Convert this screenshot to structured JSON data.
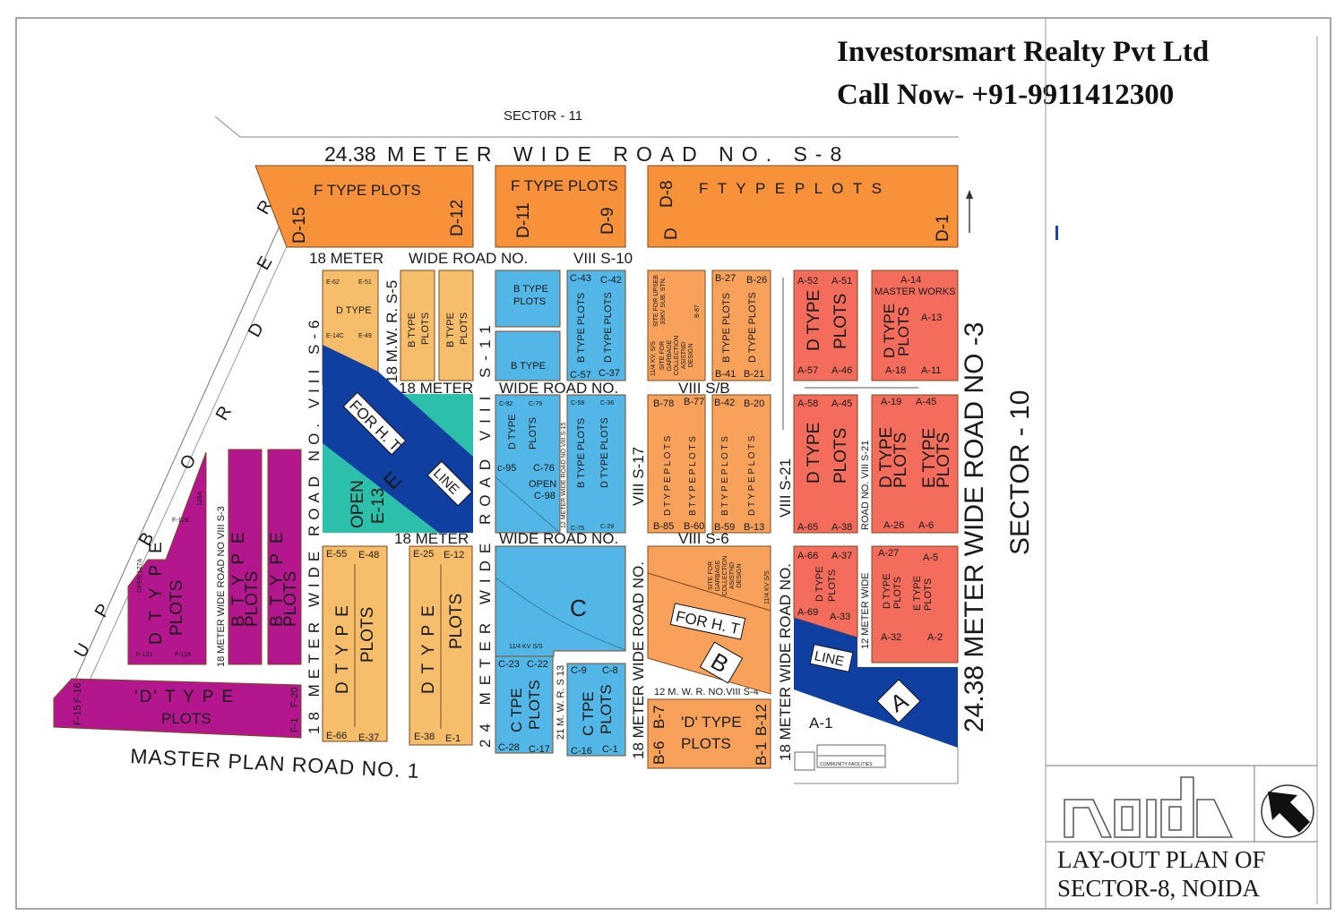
{
  "header": {
    "company": "Investorsmart Realty Pvt Ltd",
    "phone": "Call Now- +91-9911412300"
  },
  "title_block": {
    "logo": "noida",
    "line1": "LAY-OUT PLAN OF",
    "line2": "SECTOR-8, NOIDA"
  },
  "sectors": {
    "north": "SECT0R - 11",
    "east": "SECTOR - 10"
  },
  "roads": {
    "s8_width": "24.38",
    "s8_text": "METER WIDE ROAD NO. S-8",
    "s10": [
      "18 METER",
      "WIDE ROAD NO.",
      "VIII  S-10"
    ],
    "sb": [
      "18 METER",
      "WIDE ROAD NO.",
      "VIII  S/B"
    ],
    "s6h": [
      "18 METER",
      "WIDE ROAD NO.",
      "VIII  S-6"
    ],
    "s6v": "18 METER WIDE ROAD NO. VIII S-6",
    "s11v": "24 METER WIDE ROAD VIII S-11",
    "s5": "18 M.W. R. S-5",
    "s17": "VIII  S-17",
    "w18a": "18 METER WIDE ROAD NO.",
    "s21": "VIII  S-21",
    "w18b": "18 METER WIDE ROAD NO.",
    "s21b": "ROAD NO. VIII  S-21",
    "w12": "12 METER WIDE",
    "no3": "24.38 METER WIDE ROAD NO -3",
    "s3": "18 METER WIDE ROAD NO VIII S-3",
    "s13": "21 M. W. R. S 13",
    "s15": "12 METER WIDE ROAD NO VIII S-15",
    "s4": "12 M. W. R. NO.VIII S-4",
    "master": "MASTER  PLAN  ROAD NO. 1",
    "border": [
      "U",
      "P",
      "B",
      "O",
      "R",
      "D",
      "E",
      "R"
    ]
  },
  "blocks": {
    "f1": [
      "F TYPE PLOTS",
      "D-15",
      "D-12"
    ],
    "f2": [
      "F TYPE PLOTS",
      "D-11",
      "D-9"
    ],
    "f3": [
      "D-8",
      "D",
      "F T Y P E  P L O T S",
      "D-1"
    ],
    "e1": [
      "E-62",
      "E-51",
      "D TYPE",
      "E-14C",
      "E-49"
    ],
    "e2": [
      "B TYPE",
      "PLOTS"
    ],
    "e3": [
      "B TYPE",
      "PLOTS"
    ],
    "ht_e": [
      "FOR H. T",
      "LINE",
      "E",
      "OPEN",
      "E-13"
    ],
    "c1": [
      "B TYPE",
      "PLOTS"
    ],
    "c2": [
      "B TYPE"
    ],
    "c3": [
      "C-43",
      "C-42",
      "B TYPE PLOTS",
      "D TYPE PLOTS",
      "C-57",
      "C-37"
    ],
    "c4": [
      "C-92",
      "C-79",
      "D TYPE",
      "PLOTS",
      "c-95",
      "C-76",
      "OPEN",
      "C-98"
    ],
    "c5": [
      "C-58",
      "C-36",
      "B TYPE PLOTS",
      "D TYPE PLOTS",
      "C-75",
      "C-29"
    ],
    "cbig": [
      "C",
      "11/4 KV S/S"
    ],
    "c6": [
      "C-23",
      "C-22",
      "C TPE",
      "PLOTS",
      "C-28",
      "C-17"
    ],
    "c7": [
      "C-9",
      "C-8",
      "C TPE",
      "PLOTS",
      "C-16",
      "C-1"
    ],
    "b1": [
      "SITE FOR UPSEB 33KV SUB. STN.",
      "B-87",
      "SITE FOR GARBAGE COLLECTION ASISTND DESIGN",
      "11/4 KV. S/S"
    ],
    "b2": [
      "B-27",
      "B-26",
      "B TYPE PLOTS",
      "D TYPE PLOTS",
      "B-41",
      "B-21"
    ],
    "b3": [
      "B-78",
      "B-77",
      "D T Y P E  P L O T S",
      "B T Y P E  P L O T S",
      "B-85",
      "B-60"
    ],
    "b4": [
      "B-42",
      "B-20",
      "B T Y P E  P L O T S",
      "D T Y P E  P L O T S",
      "B-59",
      "B-13"
    ],
    "bbig": [
      "FOR H. T",
      "B",
      "SITE FOR GARBAGE COLLECTION ASISTND DESIGN",
      "11/4 KV S/S"
    ],
    "b5": [
      "B-7",
      "'D' TYPE",
      "PLOTS",
      "B-6",
      "B-12",
      "B-1"
    ],
    "a1": [
      "A-52",
      "A-51",
      "D TYPE",
      "PLOTS",
      "A-57",
      "A-46"
    ],
    "a2": [
      "A-14",
      "MASTER WORKS",
      "D TYPE",
      "PLOTS",
      "A-13",
      "A-18",
      "A-11"
    ],
    "a3": [
      "A-58",
      "A-45",
      "D TYPE",
      "PLOTS",
      "A-65",
      "A-38"
    ],
    "a4": [
      "A-19",
      "A-45",
      "D TYPE",
      "PLOTS",
      "E TYPE",
      "PLOTS",
      "A-26",
      "A-6"
    ],
    "a5": [
      "A-66",
      "A-37",
      "D TYPE",
      "PLOTS",
      "A-69",
      "A-33"
    ],
    "a6": [
      "A-27",
      "A-5",
      "D TYPE",
      "PLOTS",
      "E TYPE",
      "PLOTS",
      "A-32",
      "A-2"
    ],
    "abig": [
      "LINE",
      "A",
      "A-1",
      "COMMUNITY FACILITIES"
    ],
    "m1": [
      "D T Y P E",
      "PLOTS",
      "F-128",
      "F-131",
      "F-118",
      "128A",
      "OPEN 127A"
    ],
    "m2": [
      "B T Y P E",
      "PLOTS"
    ],
    "m3": [
      "B T Y P E",
      "PLOTS"
    ],
    "m4": [
      "'D'  T Y P E",
      "PLOTS",
      "F-15",
      "F-16",
      "F-20",
      "F-1"
    ],
    "e4": [
      "E-55",
      "E-48",
      "D T Y P E",
      "PLOTS",
      "E-66",
      "E-37"
    ],
    "e5": [
      "E-25",
      "E-12",
      "D T Y P E",
      "PLOTS",
      "E-38",
      "E-1"
    ]
  },
  "colors": {
    "f_orange": "#f7923a",
    "e_beige": "#f6bd6a",
    "magenta": "#b3168d",
    "cyan": "#52b6e6",
    "teal": "#2cbfa9",
    "navy": "#103fa2",
    "salmon": "#f46c5c",
    "b_orange": "#f8a15a"
  }
}
